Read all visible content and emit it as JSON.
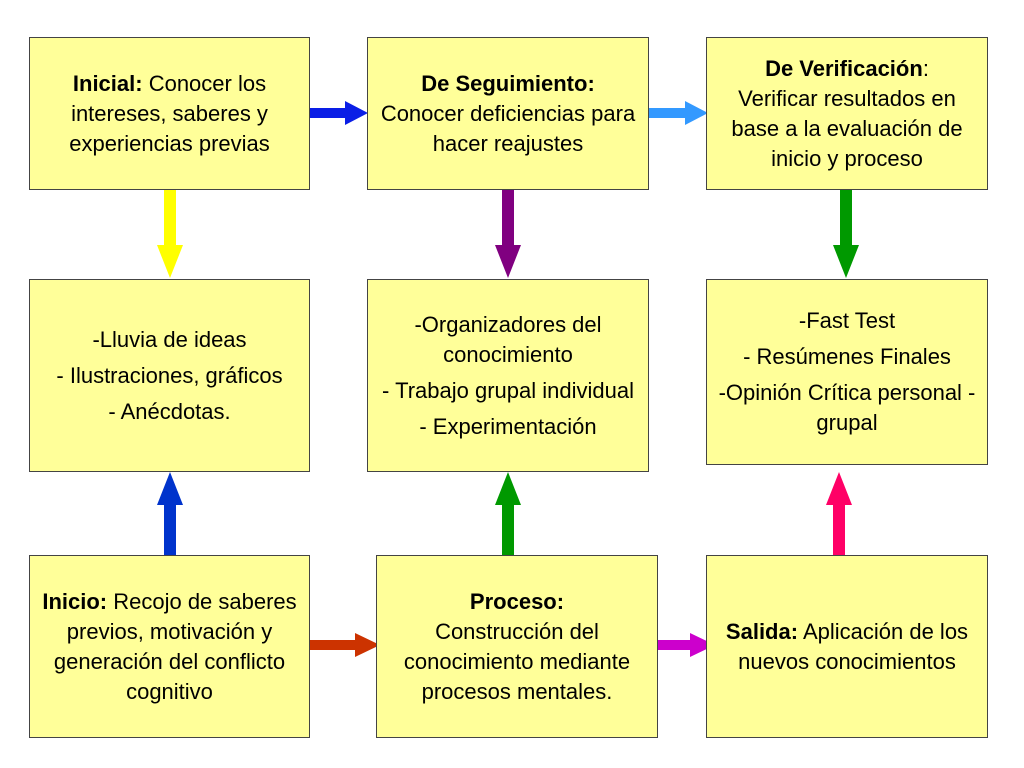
{
  "top": {
    "inicial": {
      "label": "Inicial:",
      "text": " Conocer los intereses, saberes y experiencias previas"
    },
    "seguimiento": {
      "label": "De Seguimiento:",
      "text": "Conocer deficiencias para hacer reajustes"
    },
    "verificacion": {
      "label": "De Verificación",
      "colon": ":",
      "text": "Verificar resultados en base a la evaluación de inicio y proceso"
    }
  },
  "middle": {
    "left": [
      "-Lluvia de ideas",
      "- Ilustraciones, gráficos",
      "- Anécdotas."
    ],
    "center": [
      "-Organizadores del conocimiento",
      "- Trabajo grupal individual",
      "- Experimentación"
    ],
    "right": [
      "-Fast Test",
      "- Resúmenes Finales",
      "-Opinión Crítica personal - grupal"
    ]
  },
  "bottom": {
    "inicio": {
      "label": "Inicio:",
      "text": "  Recojo de saberes previos, motivación y generación del conflicto cognitivo"
    },
    "proceso": {
      "label": "Proceso:",
      "text": "Construcción del conocimiento mediante procesos mentales."
    },
    "salida": {
      "label": "Salida:",
      "text": " Aplicación de los nuevos conocimientos"
    }
  },
  "colors": {
    "box_fill": "#ffff99",
    "arrow_blue": "#0a1ee6",
    "arrow_light_blue": "#3399ff",
    "arrow_yellow": "#ffff00",
    "arrow_purple": "#800080",
    "arrow_green": "#009900",
    "arrow_navy_blue": "#0033cc",
    "arrow_dark_green": "#009900",
    "arrow_pink": "#ff0066",
    "arrow_red": "#cc3300",
    "arrow_magenta": "#cc00cc"
  }
}
